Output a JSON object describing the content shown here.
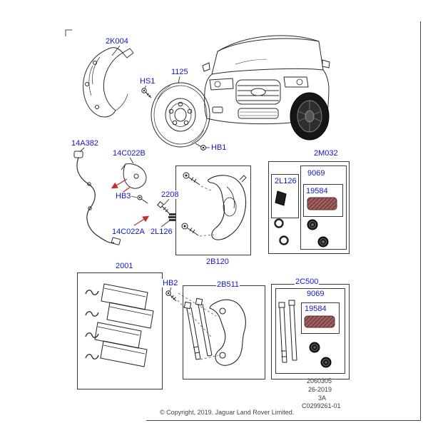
{
  "diagram": {
    "title_context": "Front brake components exploded parts diagram",
    "labels": {
      "shield": "2K004",
      "hs1": "HS1",
      "disc": "1125",
      "hb1": "HB1",
      "sensor": "14A382",
      "bracket_b": "14C022B",
      "hb3": "HB3",
      "bolt_2208": "2208",
      "boot_left": "2L126",
      "bracket_a": "14C022A",
      "caliper": "2B120",
      "kit_2m032": "2M032",
      "boot_kit_top": "2L126",
      "pin_kit_top": "9069",
      "boot_top": "19584",
      "pads": "2001",
      "hb2": "HB2",
      "anchor": "2B511",
      "kit_2c500": "2C500",
      "pin_kit_bottom": "9069",
      "boot_bottom": "19584"
    },
    "footer": {
      "doc_number": "2060305",
      "revision": "26-2019",
      "sheet": "3A",
      "drawing_code": "C0299261-01",
      "copyright": "© Copyright, 2019. Jaguar Land Rover Limited."
    },
    "colors": {
      "label_blue": "#1414cc",
      "line": "#2a2a2a",
      "arrow_red": "#c03030",
      "boot_maroon": "#5e2e2e",
      "wheel_black": "#161616"
    },
    "icons": {
      "vehicle": "vehicle-front-illustration",
      "wheel": "front-wheel-highlight"
    }
  }
}
